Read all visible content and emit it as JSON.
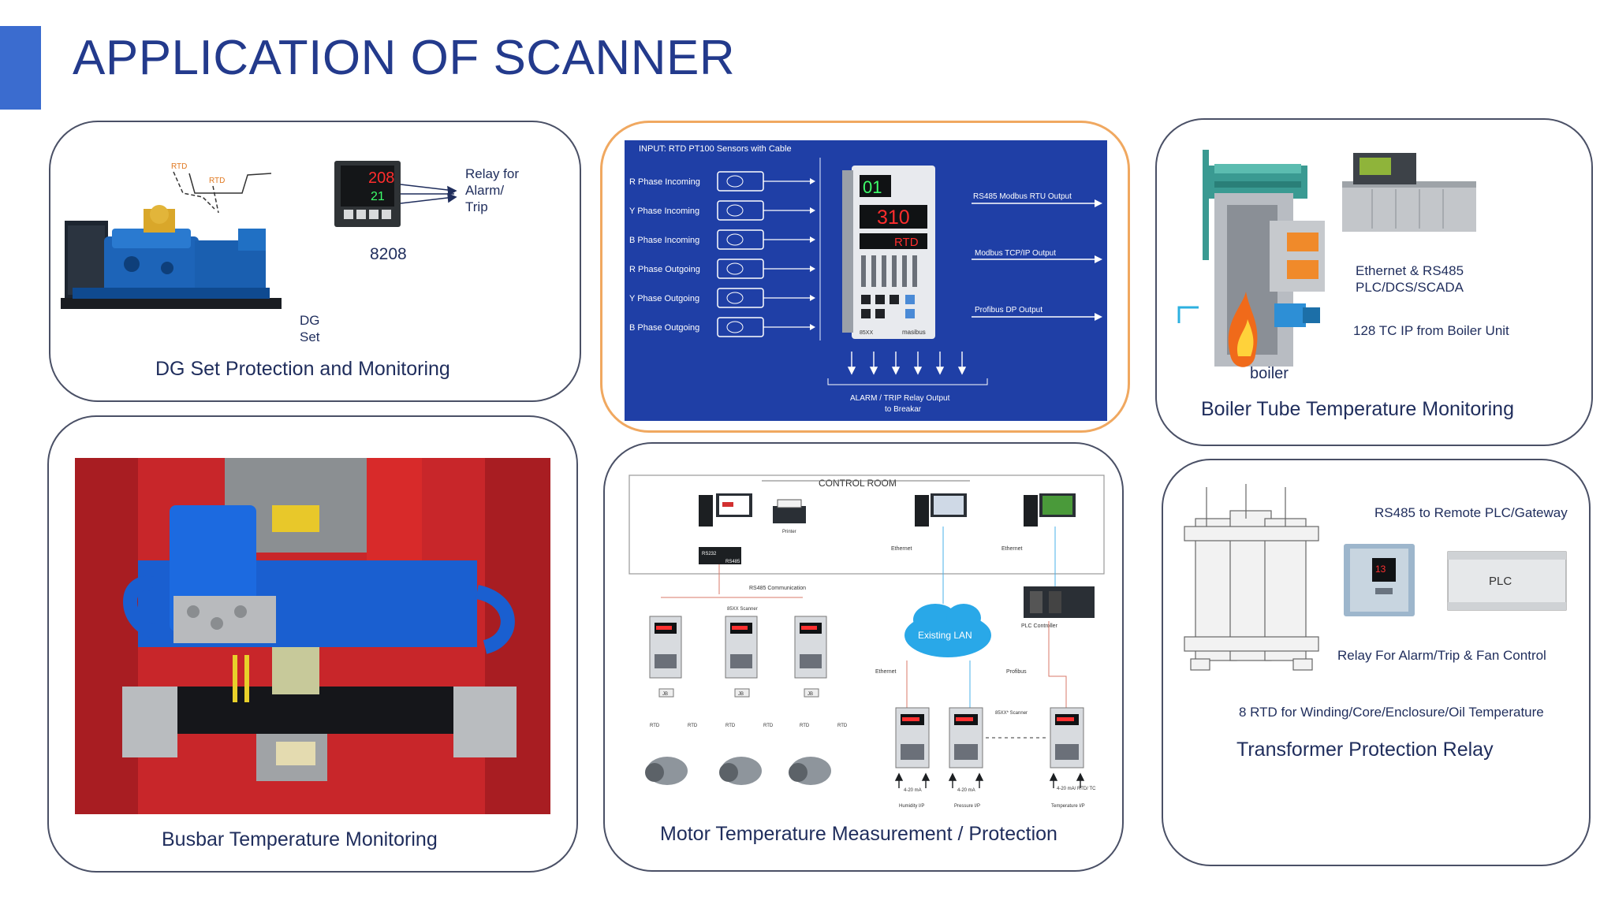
{
  "page": {
    "title": "APPLICATION OF SCANNER"
  },
  "colors": {
    "accent": "#3b6ccf",
    "title": "#233a8c",
    "panel_blue": "#1f3fa6",
    "highlight_border": "#f0a860"
  },
  "dg": {
    "caption": "DG Set Protection and Monitoring",
    "model": "8208",
    "relay_lines": [
      "Relay for",
      "Alarm/",
      "Trip"
    ],
    "set_lines": [
      "DG",
      "Set"
    ],
    "rtd_labels": [
      "RTD",
      "RTD"
    ],
    "display": [
      "208",
      "21"
    ]
  },
  "rtd_panel": {
    "input": "INPUT:  RTD PT100 Sensors with Cable",
    "phases": [
      "R Phase Incoming",
      "Y Phase Incoming",
      "B Phase Incoming",
      "R Phase Outgoing",
      "Y Phase Outgoing",
      "B Phase Outgoing"
    ],
    "outputs": [
      "RS485 Modbus RTU Output",
      "Modbus TCP/IP Output",
      "Profibus DP Output"
    ],
    "alarm_lines": [
      "ALARM / TRIP Relay Output",
      "to Breakar"
    ],
    "display": [
      "01",
      "310",
      "RTD"
    ],
    "brand": [
      "85XX",
      "masibus"
    ]
  },
  "boiler": {
    "caption": "Boiler Tube  Temperature Monitoring",
    "eth_lines": [
      "Ethernet & RS485",
      "PLC/DCS/SCADA"
    ],
    "tc": "128 TC IP from Boiler Unit",
    "label": "boiler"
  },
  "busbar": {
    "caption": "Busbar Temperature Monitoring"
  },
  "motor": {
    "caption": "Motor Temperature Measurement / Protection",
    "control_room": "CONTROL ROOM",
    "printer": "Printer",
    "rs232": "RS232",
    "rs485": "RS485",
    "ethernet": "Ethernet",
    "rs485_comm": "RS485 Communication",
    "scanner": "85XX Scanner",
    "plc": "PLC Controller",
    "lan": "Existing LAN",
    "profibus": "Profibus",
    "scanner2": "85XX* Scanner",
    "rtd": "RTD",
    "jb": "JB",
    "inputs": [
      "4-20 mA",
      "4-20 mA",
      "4-20 mA/ RTD/ TC"
    ],
    "bottom": [
      "Humidity I/P",
      "Pressure I/P",
      "Temperature I/P"
    ]
  },
  "transformer": {
    "caption": "Transformer Protection Relay",
    "rs485": "RS485 to Remote PLC/Gateway",
    "plc": "PLC",
    "relay": "Relay For Alarm/Trip & Fan Control",
    "rtd": "8 RTD for Winding/Core/Enclosure/Oil Temperature"
  }
}
